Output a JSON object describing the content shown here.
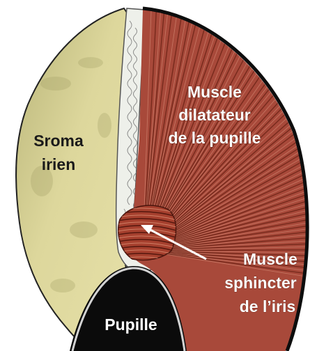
{
  "labels": {
    "stroma": [
      "Sroma",
      "irien"
    ],
    "dilatator": [
      "Muscle",
      "dilatateur",
      "de la pupille"
    ],
    "sphincter": [
      "Muscle",
      "sphincter",
      "de l’iris"
    ],
    "pupil": "Pupille"
  },
  "colors": {
    "stroma": "#d6d093",
    "stroma_shade": "#b8b275",
    "muscle": "#a8493a",
    "muscle_fiber": "#6d2418",
    "muscle_highlight": "#d9917b",
    "epithelium": "#eef0ea",
    "epithelium_line": "#777777",
    "pupil": "#0b0b0b",
    "edge": "#111111",
    "arrow": "#ffffff"
  }
}
